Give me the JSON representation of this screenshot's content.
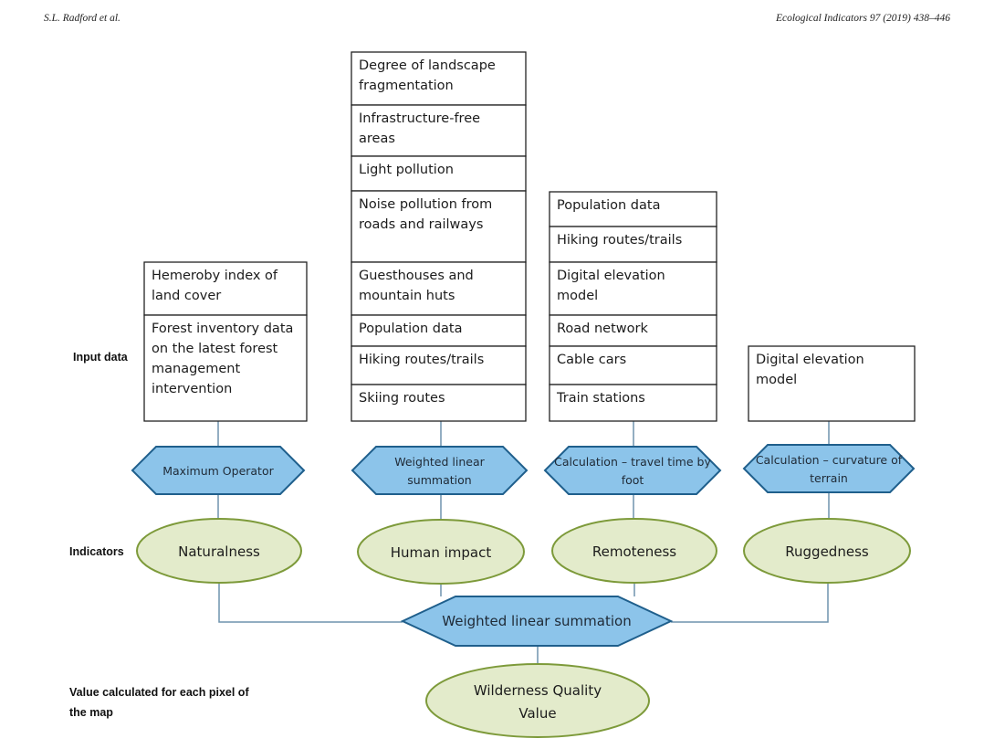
{
  "header": {
    "left": "S.L. Radford et al.",
    "right": "Ecological Indicators 97 (2019) 438–446"
  },
  "row_labels": {
    "input": "Input data",
    "indicators": "Indicators",
    "value_line1": "Value calculated for each pixel of",
    "value_line2": "the map"
  },
  "columns": [
    {
      "id": "naturalness",
      "inputs": [
        [
          "Hemeroby index of",
          "land cover"
        ],
        [
          "Forest inventory data",
          "on the latest forest",
          "management",
          "intervention"
        ]
      ],
      "operation": [
        "Maximum Operator"
      ],
      "indicator": "Naturalness"
    },
    {
      "id": "human-impact",
      "inputs": [
        [
          "Degree of landscape",
          "fragmentation"
        ],
        [
          "Infrastructure-free",
          "areas"
        ],
        [
          "Light pollution"
        ],
        [
          "Noise pollution from",
          "roads and railways"
        ],
        [
          "Guesthouses and",
          "mountain huts"
        ],
        [
          "Population data"
        ],
        [
          "Hiking routes/trails"
        ],
        [
          "Skiing routes"
        ]
      ],
      "operation": [
        "Weighted linear",
        "summation"
      ],
      "indicator": "Human impact"
    },
    {
      "id": "remoteness",
      "inputs": [
        [
          "Population data"
        ],
        [
          "Hiking routes/trails"
        ],
        [
          "Digital elevation",
          "model"
        ],
        [
          "Road network"
        ],
        [
          "Cable cars"
        ],
        [
          "Train stations"
        ]
      ],
      "operation": [
        "Calculation – travel time by",
        "foot"
      ],
      "indicator": "Remoteness"
    },
    {
      "id": "ruggedness",
      "inputs": [
        [
          "Digital elevation",
          "model"
        ]
      ],
      "operation": [
        "Calculation – curvature of",
        "terrain"
      ],
      "indicator": "Ruggedness"
    }
  ],
  "aggregation": {
    "operation": "Weighted linear summation",
    "result": [
      "Wilderness Quality",
      "Value"
    ]
  },
  "colors": {
    "hex_fill": "#8cc4ea",
    "hex_stroke": "#1f5f8c",
    "ellipse_fill": "#e3ebcb",
    "ellipse_stroke": "#7d9a3a",
    "connector": "#6f93ad",
    "box_stroke": "#222222"
  }
}
